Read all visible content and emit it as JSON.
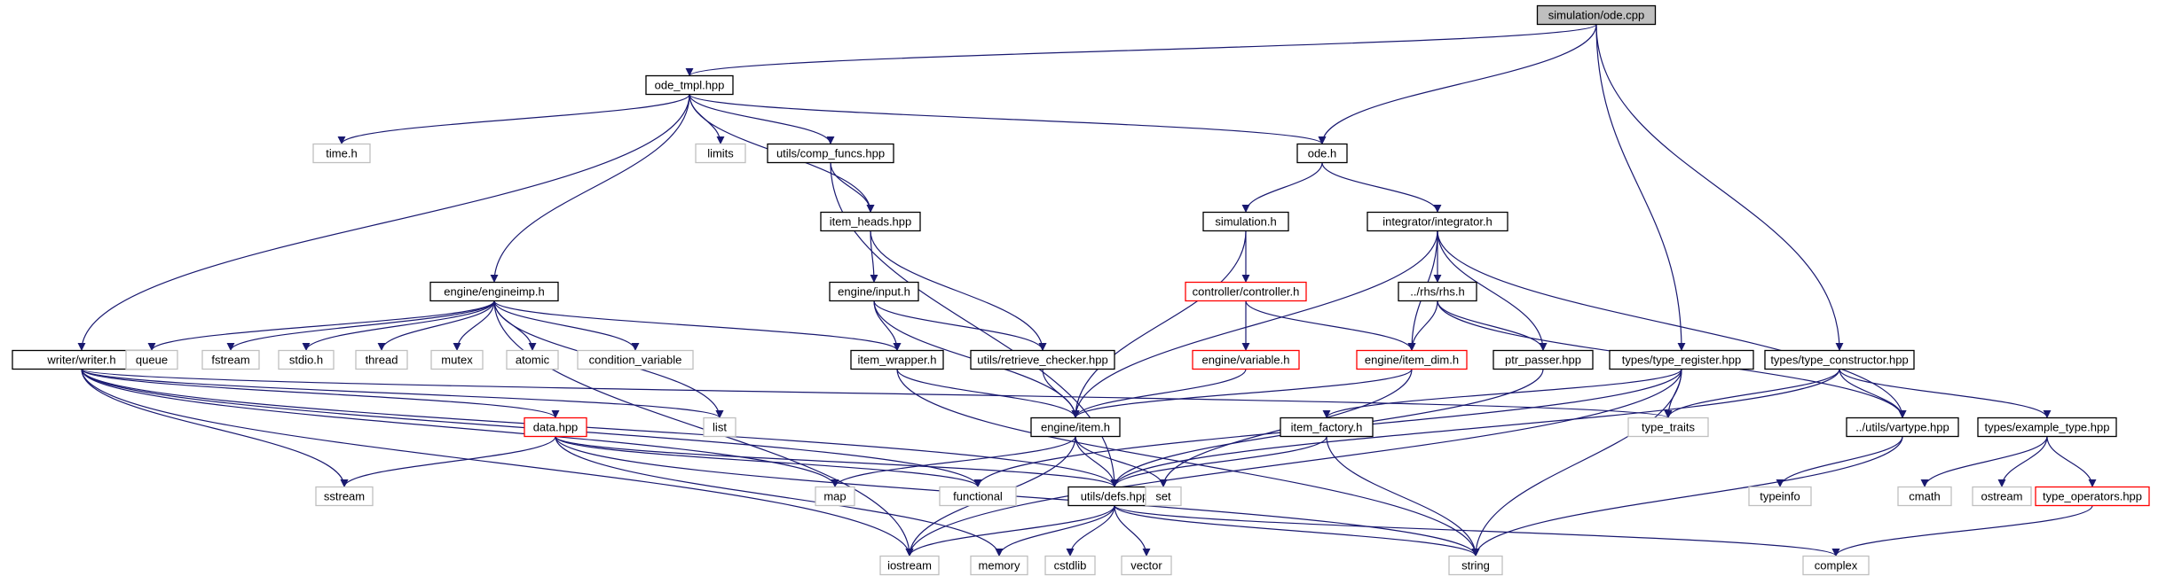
{
  "graph": {
    "colors": {
      "edge": "#191970",
      "root_fill": "#bfbfbf",
      "normal_border": "#000000",
      "external_border": "#bfbfbf",
      "truncated_border": "#ff0000",
      "text": "#000000"
    },
    "nodes": [
      {
        "id": "ode_cpp",
        "label": "simulation/ode.cpp",
        "kind": "root"
      },
      {
        "id": "ode_tmpl",
        "label": "ode_tmpl.hpp",
        "kind": "normal"
      },
      {
        "id": "time_h",
        "label": "time.h",
        "kind": "external"
      },
      {
        "id": "limits",
        "label": "limits",
        "kind": "external"
      },
      {
        "id": "comp_funcs",
        "label": "utils/comp_funcs.hpp",
        "kind": "normal"
      },
      {
        "id": "ode_h",
        "label": "ode.h",
        "kind": "normal"
      },
      {
        "id": "item_heads",
        "label": "item_heads.hpp",
        "kind": "normal"
      },
      {
        "id": "simulation_h",
        "label": "simulation.h",
        "kind": "normal"
      },
      {
        "id": "integrator",
        "label": "integrator/integrator.h",
        "kind": "normal"
      },
      {
        "id": "engineimp",
        "label": "engine/engineimp.h",
        "kind": "normal"
      },
      {
        "id": "engine_input",
        "label": "engine/input.h",
        "kind": "normal"
      },
      {
        "id": "controller",
        "label": "controller/controller.h",
        "kind": "truncated"
      },
      {
        "id": "rhs",
        "label": "../rhs/rhs.h",
        "kind": "normal"
      },
      {
        "id": "writer",
        "label": "writer/writer.h",
        "kind": "normal"
      },
      {
        "id": "queue",
        "label": "queue",
        "kind": "external"
      },
      {
        "id": "fstream",
        "label": "fstream",
        "kind": "external"
      },
      {
        "id": "stdio",
        "label": "stdio.h",
        "kind": "external"
      },
      {
        "id": "thread",
        "label": "thread",
        "kind": "external"
      },
      {
        "id": "mutex",
        "label": "mutex",
        "kind": "external"
      },
      {
        "id": "atomic",
        "label": "atomic",
        "kind": "external"
      },
      {
        "id": "condvar",
        "label": "condition_variable",
        "kind": "external"
      },
      {
        "id": "item_wrapper",
        "label": "item_wrapper.h",
        "kind": "normal"
      },
      {
        "id": "retrieve",
        "label": "utils/retrieve_checker.hpp",
        "kind": "normal"
      },
      {
        "id": "variable",
        "label": "engine/variable.h",
        "kind": "truncated"
      },
      {
        "id": "item_dim",
        "label": "engine/item_dim.h",
        "kind": "truncated"
      },
      {
        "id": "ptr_passer",
        "label": "ptr_passer.hpp",
        "kind": "normal"
      },
      {
        "id": "type_register",
        "label": "types/type_register.hpp",
        "kind": "normal"
      },
      {
        "id": "type_constructor",
        "label": "types/type_constructor.hpp",
        "kind": "normal"
      },
      {
        "id": "list",
        "label": "list",
        "kind": "external"
      },
      {
        "id": "data_hpp",
        "label": "data.hpp",
        "kind": "truncated"
      },
      {
        "id": "engine_item",
        "label": "engine/item.h",
        "kind": "normal"
      },
      {
        "id": "item_factory",
        "label": "item_factory.h",
        "kind": "normal"
      },
      {
        "id": "type_traits",
        "label": "type_traits",
        "kind": "external"
      },
      {
        "id": "vartype",
        "label": "../utils/vartype.hpp",
        "kind": "normal"
      },
      {
        "id": "example_type",
        "label": "types/example_type.hpp",
        "kind": "normal"
      },
      {
        "id": "sstream",
        "label": "sstream",
        "kind": "external"
      },
      {
        "id": "map",
        "label": "map",
        "kind": "external"
      },
      {
        "id": "functional",
        "label": "functional",
        "kind": "external"
      },
      {
        "id": "defs",
        "label": "utils/defs.hpp",
        "kind": "normal"
      },
      {
        "id": "set",
        "label": "set",
        "kind": "external"
      },
      {
        "id": "typeinfo",
        "label": "typeinfo",
        "kind": "external"
      },
      {
        "id": "cmath",
        "label": "cmath",
        "kind": "external"
      },
      {
        "id": "ostream",
        "label": "ostream",
        "kind": "external"
      },
      {
        "id": "type_operators",
        "label": "type_operators.hpp",
        "kind": "truncated"
      },
      {
        "id": "iostream",
        "label": "iostream",
        "kind": "external"
      },
      {
        "id": "memory",
        "label": "memory",
        "kind": "external"
      },
      {
        "id": "cstdlib",
        "label": "cstdlib",
        "kind": "external"
      },
      {
        "id": "vector",
        "label": "vector",
        "kind": "external"
      },
      {
        "id": "string",
        "label": "string",
        "kind": "external"
      },
      {
        "id": "complex",
        "label": "complex",
        "kind": "external"
      }
    ],
    "edges": [
      [
        "ode_cpp",
        "ode_tmpl"
      ],
      [
        "ode_cpp",
        "ode_h"
      ],
      [
        "ode_cpp",
        "type_register"
      ],
      [
        "ode_cpp",
        "type_constructor"
      ],
      [
        "ode_tmpl",
        "time_h"
      ],
      [
        "ode_tmpl",
        "limits"
      ],
      [
        "ode_tmpl",
        "comp_funcs"
      ],
      [
        "ode_tmpl",
        "ode_h"
      ],
      [
        "ode_tmpl",
        "item_heads"
      ],
      [
        "ode_tmpl",
        "engineimp"
      ],
      [
        "ode_tmpl",
        "writer"
      ],
      [
        "comp_funcs",
        "item_heads"
      ],
      [
        "comp_funcs",
        "defs"
      ],
      [
        "ode_h",
        "simulation_h"
      ],
      [
        "ode_h",
        "integrator"
      ],
      [
        "item_heads",
        "engine_input"
      ],
      [
        "item_heads",
        "retrieve"
      ],
      [
        "simulation_h",
        "controller"
      ],
      [
        "simulation_h",
        "engine_item"
      ],
      [
        "integrator",
        "rhs"
      ],
      [
        "integrator",
        "item_dim"
      ],
      [
        "integrator",
        "ptr_passer"
      ],
      [
        "integrator",
        "engine_item"
      ],
      [
        "integrator",
        "vartype"
      ],
      [
        "controller",
        "variable"
      ],
      [
        "controller",
        "item_dim"
      ],
      [
        "rhs",
        "item_dim"
      ],
      [
        "rhs",
        "ptr_passer"
      ],
      [
        "rhs",
        "vartype"
      ],
      [
        "engine_input",
        "item_wrapper"
      ],
      [
        "engine_input",
        "retrieve"
      ],
      [
        "engine_input",
        "engine_item"
      ],
      [
        "engineimp",
        "queue"
      ],
      [
        "engineimp",
        "fstream"
      ],
      [
        "engineimp",
        "stdio"
      ],
      [
        "engineimp",
        "thread"
      ],
      [
        "engineimp",
        "mutex"
      ],
      [
        "engineimp",
        "atomic"
      ],
      [
        "engineimp",
        "condvar"
      ],
      [
        "engineimp",
        "list"
      ],
      [
        "engineimp",
        "item_wrapper"
      ],
      [
        "engineimp",
        "iostream"
      ],
      [
        "writer",
        "list"
      ],
      [
        "writer",
        "data_hpp"
      ],
      [
        "writer",
        "sstream"
      ],
      [
        "writer",
        "map"
      ],
      [
        "writer",
        "iostream"
      ],
      [
        "writer",
        "defs"
      ],
      [
        "writer",
        "type_traits"
      ],
      [
        "writer",
        "functional"
      ],
      [
        "item_wrapper",
        "engine_item"
      ],
      [
        "item_wrapper",
        "string"
      ],
      [
        "retrieve",
        "engine_item"
      ],
      [
        "variable",
        "engine_item"
      ],
      [
        "item_dim",
        "engine_item"
      ],
      [
        "item_dim",
        "set"
      ],
      [
        "ptr_passer",
        "defs"
      ],
      [
        "type_register",
        "type_traits"
      ],
      [
        "type_register",
        "item_factory"
      ],
      [
        "type_register",
        "string"
      ],
      [
        "type_register",
        "iostream"
      ],
      [
        "type_register",
        "functional"
      ],
      [
        "type_constructor",
        "type_traits"
      ],
      [
        "type_constructor",
        "vartype"
      ],
      [
        "type_constructor",
        "example_type"
      ],
      [
        "type_constructor",
        "defs"
      ],
      [
        "data_hpp",
        "sstream"
      ],
      [
        "data_hpp",
        "defs"
      ],
      [
        "data_hpp",
        "functional"
      ],
      [
        "data_hpp",
        "memory"
      ],
      [
        "data_hpp",
        "string"
      ],
      [
        "engine_item",
        "map"
      ],
      [
        "engine_item",
        "defs"
      ],
      [
        "engine_item",
        "set"
      ],
      [
        "engine_item",
        "iostream"
      ],
      [
        "item_factory",
        "defs"
      ],
      [
        "item_factory",
        "string"
      ],
      [
        "vartype",
        "typeinfo"
      ],
      [
        "vartype",
        "string"
      ],
      [
        "example_type",
        "cmath"
      ],
      [
        "example_type",
        "ostream"
      ],
      [
        "example_type",
        "type_operators"
      ],
      [
        "type_operators",
        "complex"
      ],
      [
        "defs",
        "iostream"
      ],
      [
        "defs",
        "memory"
      ],
      [
        "defs",
        "cstdlib"
      ],
      [
        "defs",
        "vector"
      ],
      [
        "defs",
        "string"
      ],
      [
        "defs",
        "complex"
      ]
    ]
  }
}
